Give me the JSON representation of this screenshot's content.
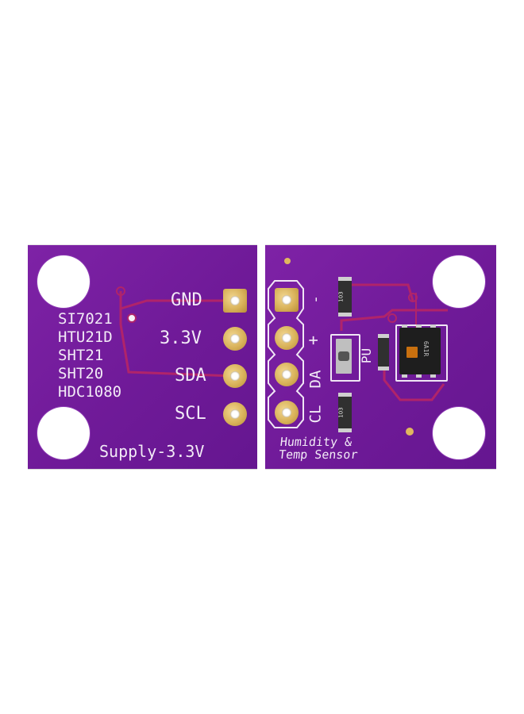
{
  "left_board": {
    "compatible_sensors": [
      "SI7021",
      "HTU21D",
      "SHT21",
      "SHT20",
      "HDC1080"
    ],
    "pins": [
      "GND",
      "3.3V",
      "SDA",
      "SCL"
    ],
    "supply_label": "Supply-3.3V"
  },
  "right_board": {
    "pin_marks": [
      "-",
      "+",
      "DA",
      "CL"
    ],
    "pullup_label": "PU",
    "resistor_codes": [
      "103",
      "103"
    ],
    "sensor_chip_code": "6A1R",
    "title_line1": "Humidity &",
    "title_line2": "Temp Sensor"
  },
  "colors": {
    "pcb": "#7b1fa2",
    "silkscreen": "#f2eaf6",
    "gold_pad": "#d9b25a"
  }
}
